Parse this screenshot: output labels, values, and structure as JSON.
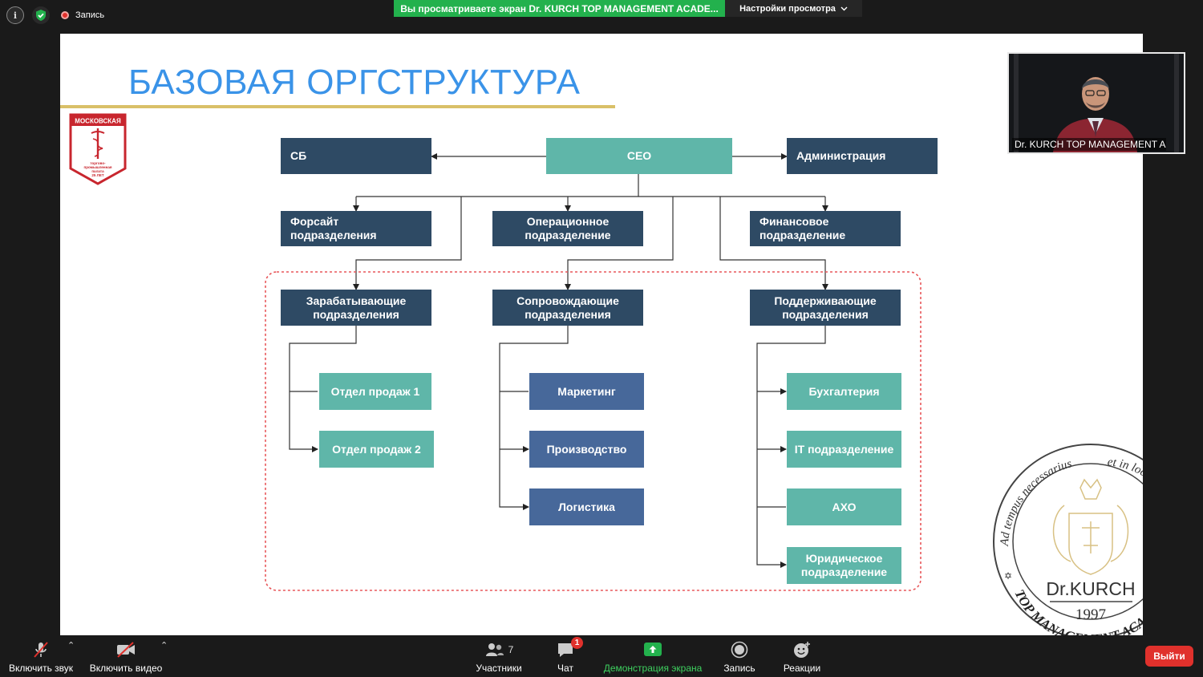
{
  "top": {
    "info_icon": "info-icon",
    "security_icon": "shield-check-icon",
    "recording_label": "Запись",
    "share_banner": "Вы просматриваете экран Dr. KURCH TOP MANAGEMENT ACADE...",
    "view_options_label": "Настройки просмотра"
  },
  "slide": {
    "title": "БАЗОВАЯ ОРГСТРУКТУРА",
    "logo_text": [
      "МОСКОВСКАЯ",
      "торгово-",
      "промышленная",
      "палата",
      "25 ЛЕТ"
    ],
    "stamp": {
      "arc_top": "Ad tempus necessarius",
      "arc_top_right": "et in loc",
      "name": "Dr.KURCH",
      "year": "1997",
      "arc_bottom": "TOP MANAGEMENT ACA"
    },
    "org": {
      "sb": "СБ",
      "ceo": "CEO",
      "admin": "Администрация",
      "foresight_1": "Форсайт",
      "foresight_2": "подразделения",
      "operational_1": "Операционное",
      "operational_2": "подразделение",
      "finance_1": "Финансовое",
      "finance_2": "подразделение",
      "earning_1": "Зарабатывающие",
      "earning_2": "подразделения",
      "accompanying_1": "Сопровождающие",
      "accompanying_2": "подразделения",
      "supporting_1": "Поддерживающие",
      "supporting_2": "подразделения",
      "sales1": "Отдел продаж 1",
      "sales2": "Отдел продаж 2",
      "marketing": "Маркетинг",
      "production": "Производство",
      "logistics": "Логистика",
      "accounting": "Бухгалтерия",
      "it": "IT подразделение",
      "aho": "АХО",
      "legal_1": "Юридическое",
      "legal_2": "подразделение"
    },
    "colors": {
      "dark": "#2e4a64",
      "teal": "#5fb6a9",
      "blue": "#47689a",
      "title": "#3a93e8",
      "dashed": "#e8575a"
    }
  },
  "video": {
    "participant_name": "Dr. KURCH TOP MANAGEMENT A..."
  },
  "toolbar": {
    "unmute_label": "Включить звук",
    "video_label": "Включить видео",
    "participants_label": "Участники",
    "participants_count": "7",
    "chat_label": "Чат",
    "chat_badge": "1",
    "share_label": "Демонстрация экрана",
    "record_label": "Запись",
    "reactions_label": "Реакции",
    "leave_label": "Выйти"
  }
}
